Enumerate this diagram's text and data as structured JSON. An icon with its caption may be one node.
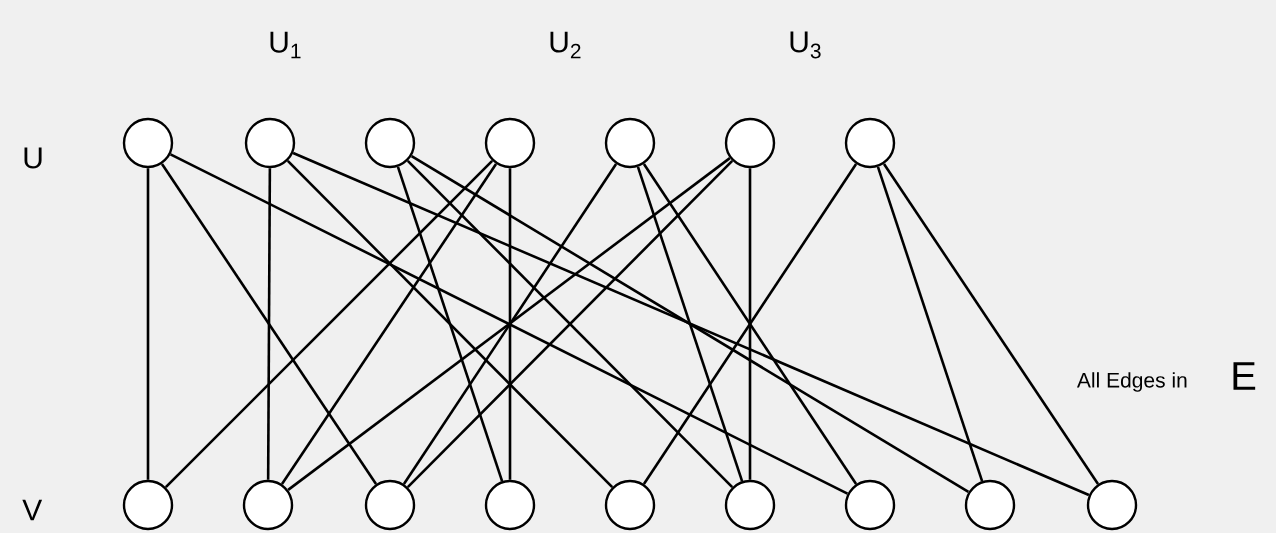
{
  "diagram": {
    "nodes": [
      {
        "text": [],
        "shape": "circle"
      },
      {
        "text": [],
        "shape": "circle"
      },
      {
        "text": [],
        "shape": "circle"
      },
      {
        "text": [],
        "shape": "circle"
      },
      {
        "text": [],
        "shape": "circle"
      },
      {
        "text": [],
        "shape": "circle"
      },
      {
        "text": [],
        "shape": "circle"
      },
      {
        "text": [],
        "shape": "circle"
      },
      {
        "text": [],
        "shape": "circle"
      },
      {
        "text": [],
        "shape": "circle"
      },
      {
        "text": [],
        "shape": "circle"
      },
      {
        "text": [],
        "shape": "circle"
      },
      {
        "text": [],
        "shape": "circle"
      },
      {
        "text": [],
        "shape": "circle"
      },
      {
        "text": [],
        "shape": "circle"
      },
      {
        "text": [],
        "shape": "circle"
      }
    ],
    "edges": [
      {
        "from": 0,
        "to": 7,
        "arrow": "none"
      },
      {
        "from": 0,
        "to": 9,
        "arrow": "none"
      },
      {
        "from": 0,
        "to": 13,
        "arrow": "none"
      },
      {
        "from": 1,
        "to": 8,
        "arrow": "none"
      },
      {
        "from": 1,
        "to": 11,
        "arrow": "none"
      },
      {
        "from": 1,
        "to": 15,
        "arrow": "none"
      },
      {
        "from": 2,
        "to": 10,
        "arrow": "none"
      },
      {
        "from": 2,
        "to": 12,
        "arrow": "none"
      },
      {
        "from": 2,
        "to": 14,
        "arrow": "none"
      },
      {
        "from": 3,
        "to": 7,
        "arrow": "none"
      },
      {
        "from": 3,
        "to": 8,
        "arrow": "none"
      },
      {
        "from": 3,
        "to": 10,
        "arrow": "none"
      },
      {
        "from": 4,
        "to": 9,
        "arrow": "none"
      },
      {
        "from": 4,
        "to": 12,
        "arrow": "none"
      },
      {
        "from": 4,
        "to": 13,
        "arrow": "none"
      },
      {
        "from": 5,
        "to": 8,
        "arrow": "none"
      },
      {
        "from": 5,
        "to": 9,
        "arrow": "none"
      },
      {
        "from": 5,
        "to": 12,
        "arrow": "none"
      },
      {
        "from": 6,
        "to": 11,
        "arrow": "none"
      },
      {
        "from": 6,
        "to": 14,
        "arrow": "none"
      },
      {
        "from": 6,
        "to": 15,
        "arrow": "none"
      }
    ],
    "labels": [
      "U$_{1}$",
      "U$_{2}$",
      "U$_{3}$",
      "U",
      "All Edges in",
      "E",
      "V"
    ]
  }
}
